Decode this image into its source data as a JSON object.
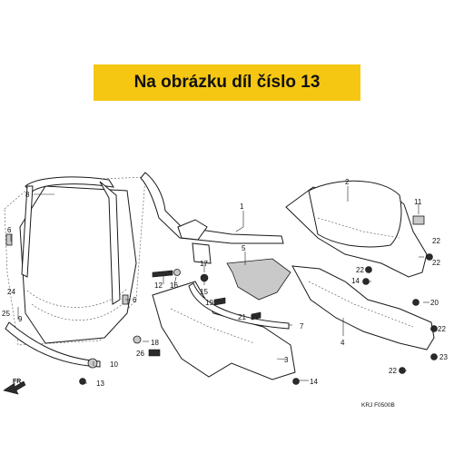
{
  "banner": {
    "text": "Na obrázku díl číslo 13",
    "color": "#f5c713"
  },
  "labels": {
    "p1": "1",
    "p2": "2",
    "p3": "3",
    "p4": "4",
    "p5": "5",
    "p6a": "6",
    "p6b": "6",
    "p7": "7",
    "p8": "8",
    "p9": "9",
    "p10": "10",
    "p11": "11",
    "p12": "12",
    "p13": "13",
    "p14a": "14",
    "p14b": "14",
    "p15": "15",
    "p16": "16",
    "p17": "17",
    "p18": "18",
    "p19": "19",
    "p20": "20",
    "p21": "21",
    "p22a": "22",
    "p22b": "22",
    "p22c": "22",
    "p22d": "22",
    "p22e": "22",
    "p23": "23",
    "p24": "24",
    "p25": "25",
    "p26": "26"
  },
  "diagram_code": "KRJ F0500B",
  "fr_label": "FR."
}
